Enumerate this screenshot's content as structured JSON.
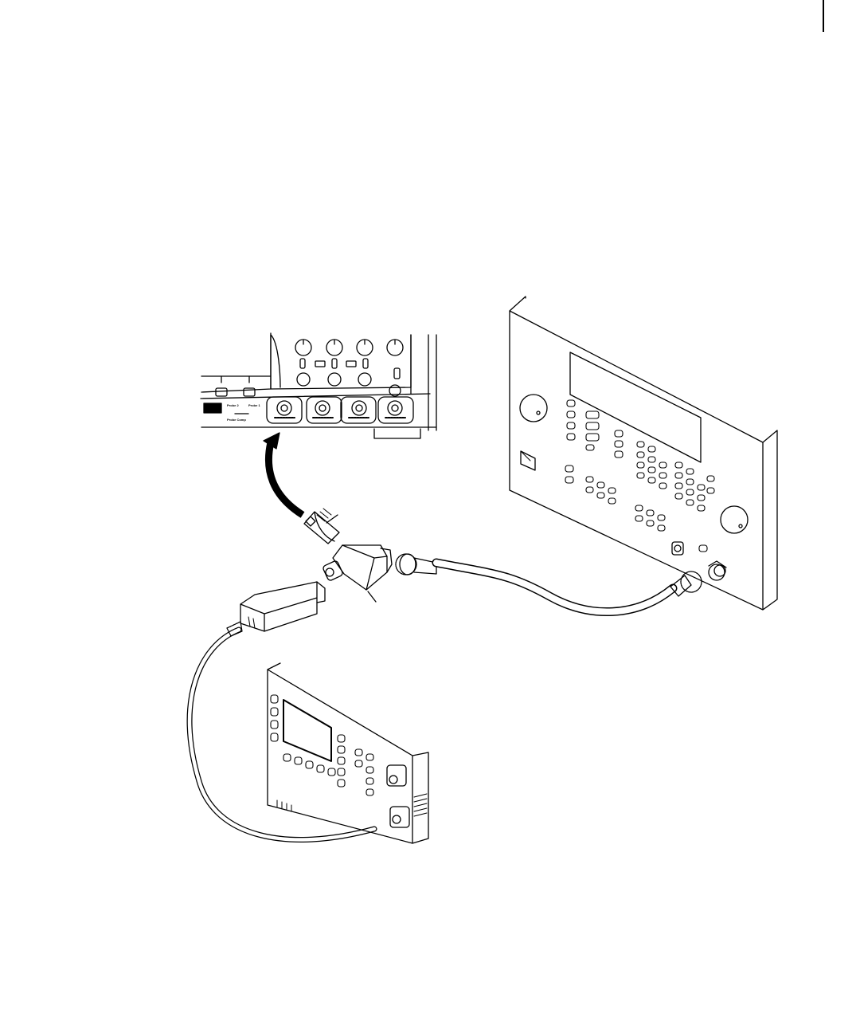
{
  "colors": {
    "ink": "#000000",
    "paper": "#ffffff",
    "cable": "#d9d9d9"
  },
  "oscilloscope": {
    "probe2_label": "Probe 2",
    "probe1_label": "Probe 1",
    "probe_comp_label": "Probe Comp"
  }
}
